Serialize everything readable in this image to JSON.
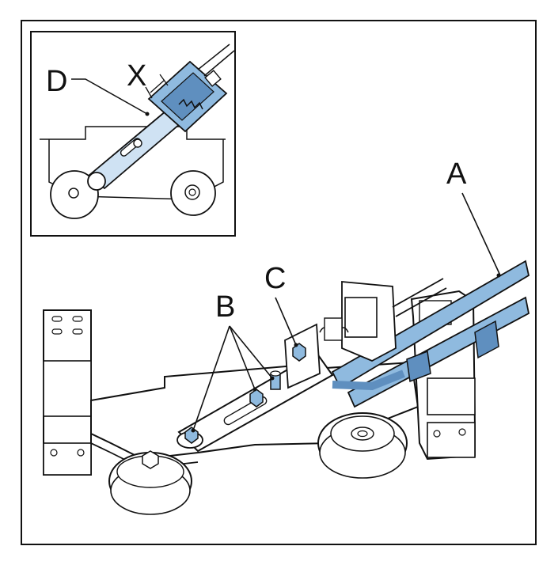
{
  "labels": {
    "A": "A",
    "B": "B",
    "C": "C",
    "D": "D",
    "X": "X"
  },
  "colors": {
    "line": "#111111",
    "highlight": "#8fbadf",
    "highlight_dark": "#5f8fbf",
    "background": "#ffffff"
  }
}
